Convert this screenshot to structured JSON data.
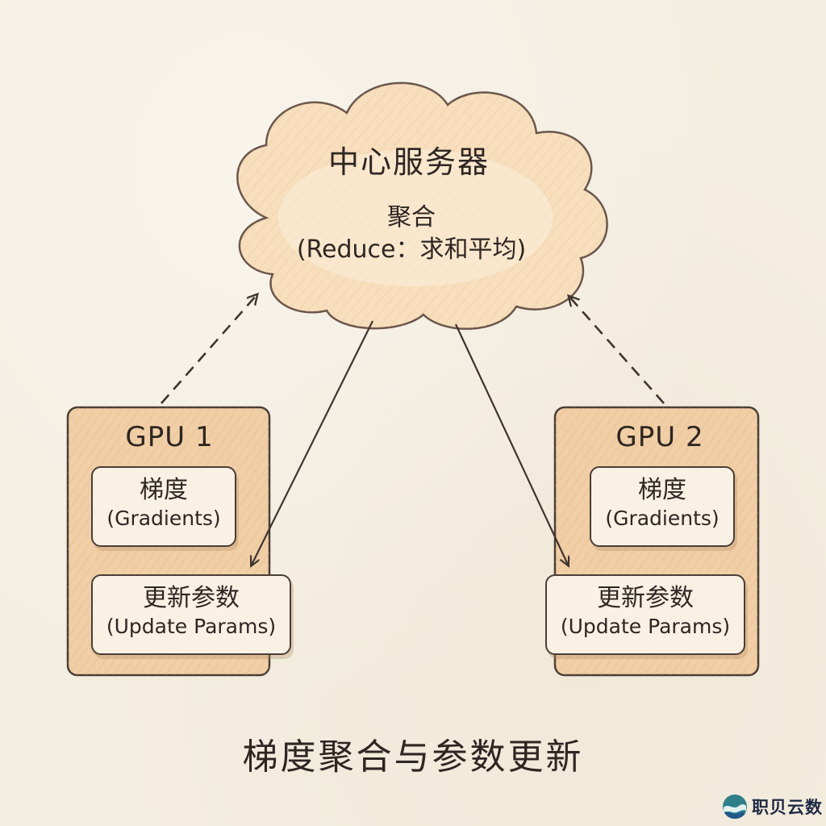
{
  "cloud": {
    "title": "中心服务器",
    "subtitle_line1": "聚合",
    "subtitle_line2": "(Reduce：求和平均)"
  },
  "gpus": [
    {
      "title": "GPU 1",
      "gradients_cn": "梯度",
      "gradients_en": "(Gradients)",
      "update_cn": "更新参数",
      "update_en": "(Update Params)"
    },
    {
      "title": "GPU 2",
      "gradients_cn": "梯度",
      "gradients_en": "(Gradients)",
      "update_cn": "更新参数",
      "update_en": "(Update Params)"
    }
  ],
  "footer": {
    "title": "梯度聚合与参数更新"
  },
  "brand": {
    "name": "职贝云数",
    "logo_icon": "wave-globe-logo"
  },
  "colors": {
    "background": "#f4eee1",
    "gpu_fill": "#f0cfa6",
    "cloud_fill": "#f6dcb8",
    "ink": "#3f3430"
  }
}
